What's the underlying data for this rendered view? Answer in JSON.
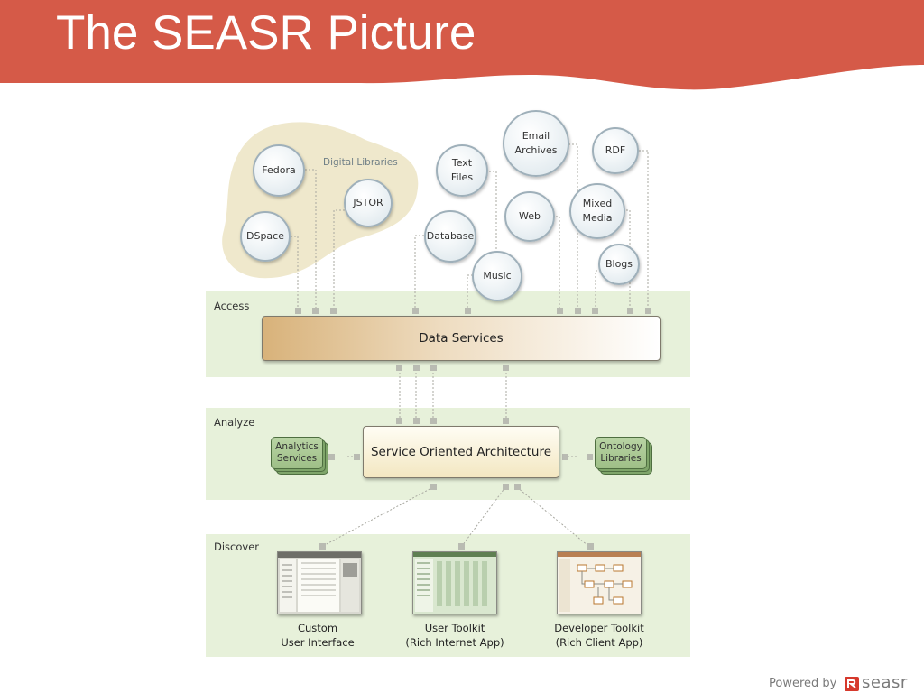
{
  "slide": {
    "title": "The SEASR Picture"
  },
  "colors": {
    "banner": "#d55a48",
    "band": "#e7f1da",
    "digital_libraries_blob": "#efe8cc",
    "logo_red": "#d6392c"
  },
  "digital_libraries": {
    "label": "Digital Libraries",
    "items": [
      "Fedora",
      "JSTOR",
      "DSpace"
    ]
  },
  "sources": [
    "Text\nFiles",
    "Email\nArchives",
    "RDF",
    "Database",
    "Web",
    "Mixed\nMedia",
    "Music",
    "Blogs"
  ],
  "bands": {
    "access": "Access",
    "analyze": "Analyze",
    "discover": "Discover"
  },
  "boxes": {
    "data_services": "Data Services",
    "soa": "Service Oriented Architecture",
    "analytics": "Analytics\nServices",
    "ontology": "Ontology\nLibraries"
  },
  "clients": [
    {
      "label": "Custom\nUser Interface"
    },
    {
      "label": "User Toolkit\n(Rich Internet App)"
    },
    {
      "label": "Developer Toolkit\n(Rich Client App)"
    }
  ],
  "footer": {
    "powered_by": "Powered by",
    "logo_text": "seasr",
    "logo_icon": "seasr-logo-icon"
  }
}
